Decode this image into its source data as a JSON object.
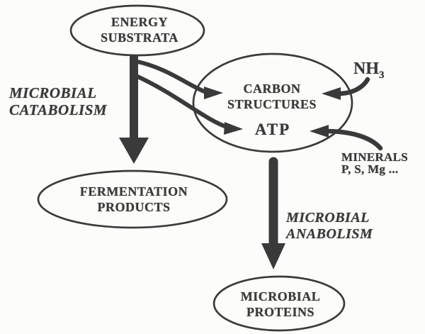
{
  "diagram": {
    "description": "Microbial metabolism flow diagram",
    "nodes": {
      "energy_substrata": {
        "line1": "ENERGY",
        "line2": "SUBSTRATA"
      },
      "metabolic_pool": {
        "carbon_line1": "CARBON",
        "carbon_line2": "STRUCTURES",
        "atp": "ATP"
      },
      "fermentation_products": {
        "line1": "FERMENTATION",
        "line2": "PRODUCTS"
      },
      "microbial_proteins": {
        "line1": "MICROBIAL",
        "line2": "PROTEINS"
      }
    },
    "labels": {
      "catabolism": {
        "line1": "MICROBIAL",
        "line2": "CATABOLISM"
      },
      "anabolism": {
        "line1": "MICROBIAL",
        "line2": "ANABOLISM"
      },
      "nh3": {
        "base": "NH",
        "subscript": "3"
      },
      "minerals": {
        "line1": "MINERALS",
        "line2": "P, S, Mg ..."
      }
    },
    "arrows": [
      "energy-substrata-to-fermentation-products",
      "energy-substrata-to-carbon-structures",
      "energy-substrata-to-atp",
      "nh3-to-carbon-structures",
      "minerals-to-atp",
      "atp-to-microbial-proteins"
    ],
    "colors": {
      "ink": "#3a3a3a",
      "background": "#fcfcfa"
    }
  }
}
